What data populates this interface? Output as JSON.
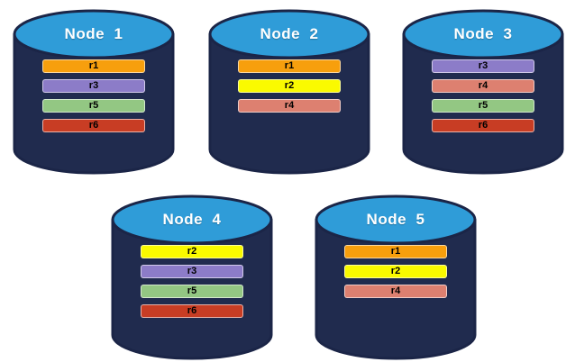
{
  "colors": {
    "background": "#FFFFFF",
    "cylinder_body": "#202B4E",
    "cylinder_border": "#1B2547",
    "cylinder_top": "#2F9CD8",
    "title_text": "#FFFFFF",
    "bar_text": "#000000"
  },
  "replica_colors": {
    "r1": "#F79F0D",
    "r2": "#FAFA00",
    "r3": "#8C7CC8",
    "r4": "#DD8070",
    "r5": "#93C783",
    "r6": "#C83D24"
  },
  "nodes": [
    {
      "title": "Node  1",
      "replicas": [
        "r1",
        "r3",
        "r5",
        "r6"
      ]
    },
    {
      "title": "Node  2",
      "replicas": [
        "r1",
        "r2",
        "r4"
      ]
    },
    {
      "title": "Node  3",
      "replicas": [
        "r3",
        "r4",
        "r5",
        "r6"
      ]
    },
    {
      "title": "Node  4",
      "replicas": [
        "r2",
        "r3",
        "r5",
        "r6"
      ]
    },
    {
      "title": "Node  5",
      "replicas": [
        "r1",
        "r2",
        "r4"
      ]
    }
  ]
}
